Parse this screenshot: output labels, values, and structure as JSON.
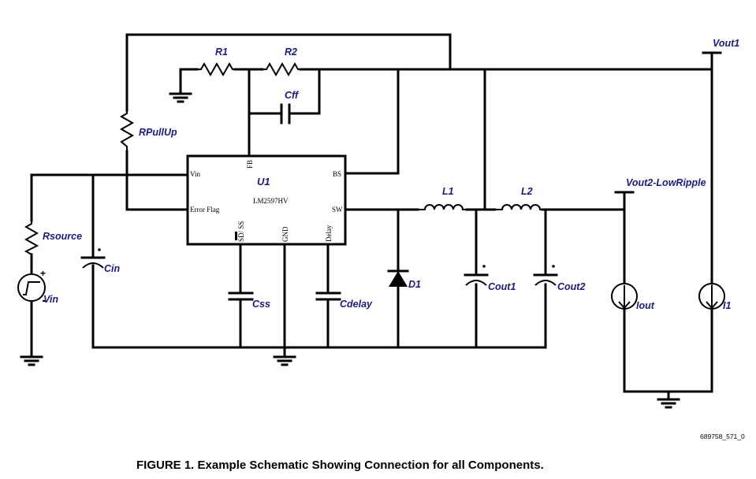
{
  "figure": {
    "caption": "FIGURE 1.  Example Schematic Showing Connection for all Components.",
    "reference_id": "689758_571_0"
  },
  "ic": {
    "designator": "U1",
    "part_number": "LM2597HV",
    "pins": {
      "vin": "Vin",
      "error_flag": "Error Flag",
      "fb": "FB",
      "bs": "BS",
      "sw": "SW",
      "sd_ss": "SD/ SS",
      "gnd": "GND",
      "delay": "Delay"
    }
  },
  "components": {
    "r1": "R1",
    "r2": "R2",
    "cff": "Cff",
    "rpullup": "RPullUp",
    "rsource": "Rsource",
    "vin": "Vin",
    "cin": "Cin",
    "css": "Css",
    "cdelay": "Cdelay",
    "d1": "D1",
    "l1": "L1",
    "l2": "L2",
    "cout1": "Cout1",
    "cout2": "Cout2",
    "iout": "Iout",
    "i1": "I1"
  },
  "nets": {
    "vout1": "Vout1",
    "vout2": "Vout2-LowRipple"
  },
  "colors": {
    "label": "#1a1a8c",
    "wire": "#000000"
  }
}
